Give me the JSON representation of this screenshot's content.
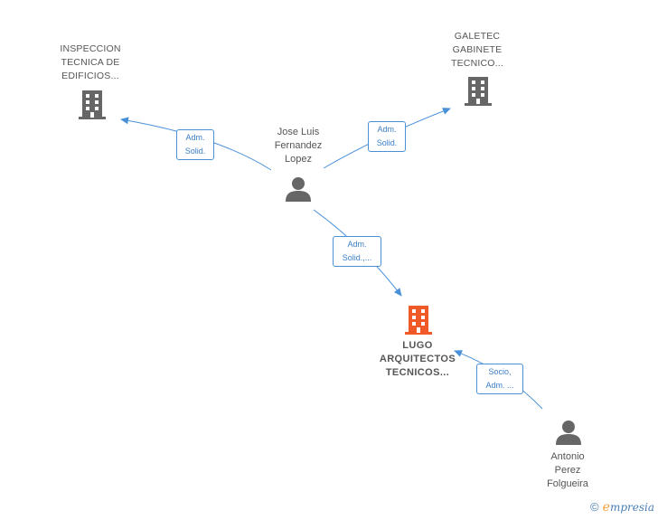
{
  "colors": {
    "edge": "#4a90d9",
    "company_icon": "#666666",
    "focus_company_icon": "#f05a28",
    "person_icon": "#666666"
  },
  "nodes": {
    "inspeccion": {
      "icon": "building-icon",
      "lines": [
        "INSPECCION",
        "TECNICA DE",
        "EDIFICIOS..."
      ]
    },
    "galetec": {
      "icon": "building-icon",
      "lines": [
        "GALETEC",
        "GABINETE",
        "TECNICO..."
      ]
    },
    "jose_luis": {
      "icon": "person-icon",
      "lines": [
        "Jose Luis",
        "Fernandez",
        "Lopez"
      ]
    },
    "lugo": {
      "icon": "building-icon",
      "lines": [
        "LUGO",
        "ARQUITECTOS",
        "TECNICOS..."
      ]
    },
    "antonio": {
      "icon": "person-icon",
      "lines": [
        "Antonio",
        "Perez",
        "Folgueira"
      ]
    }
  },
  "edges": {
    "to_inspeccion": [
      "Adm.",
      "Solid."
    ],
    "to_galetec": [
      "Adm.",
      "Solid."
    ],
    "to_lugo": [
      "Adm.",
      "Solid.,..."
    ],
    "antonio_to_lugo": [
      "Socio,",
      "Adm. ..."
    ]
  },
  "brand": {
    "copyright": "©",
    "name": "mpresia",
    "e": "e"
  }
}
